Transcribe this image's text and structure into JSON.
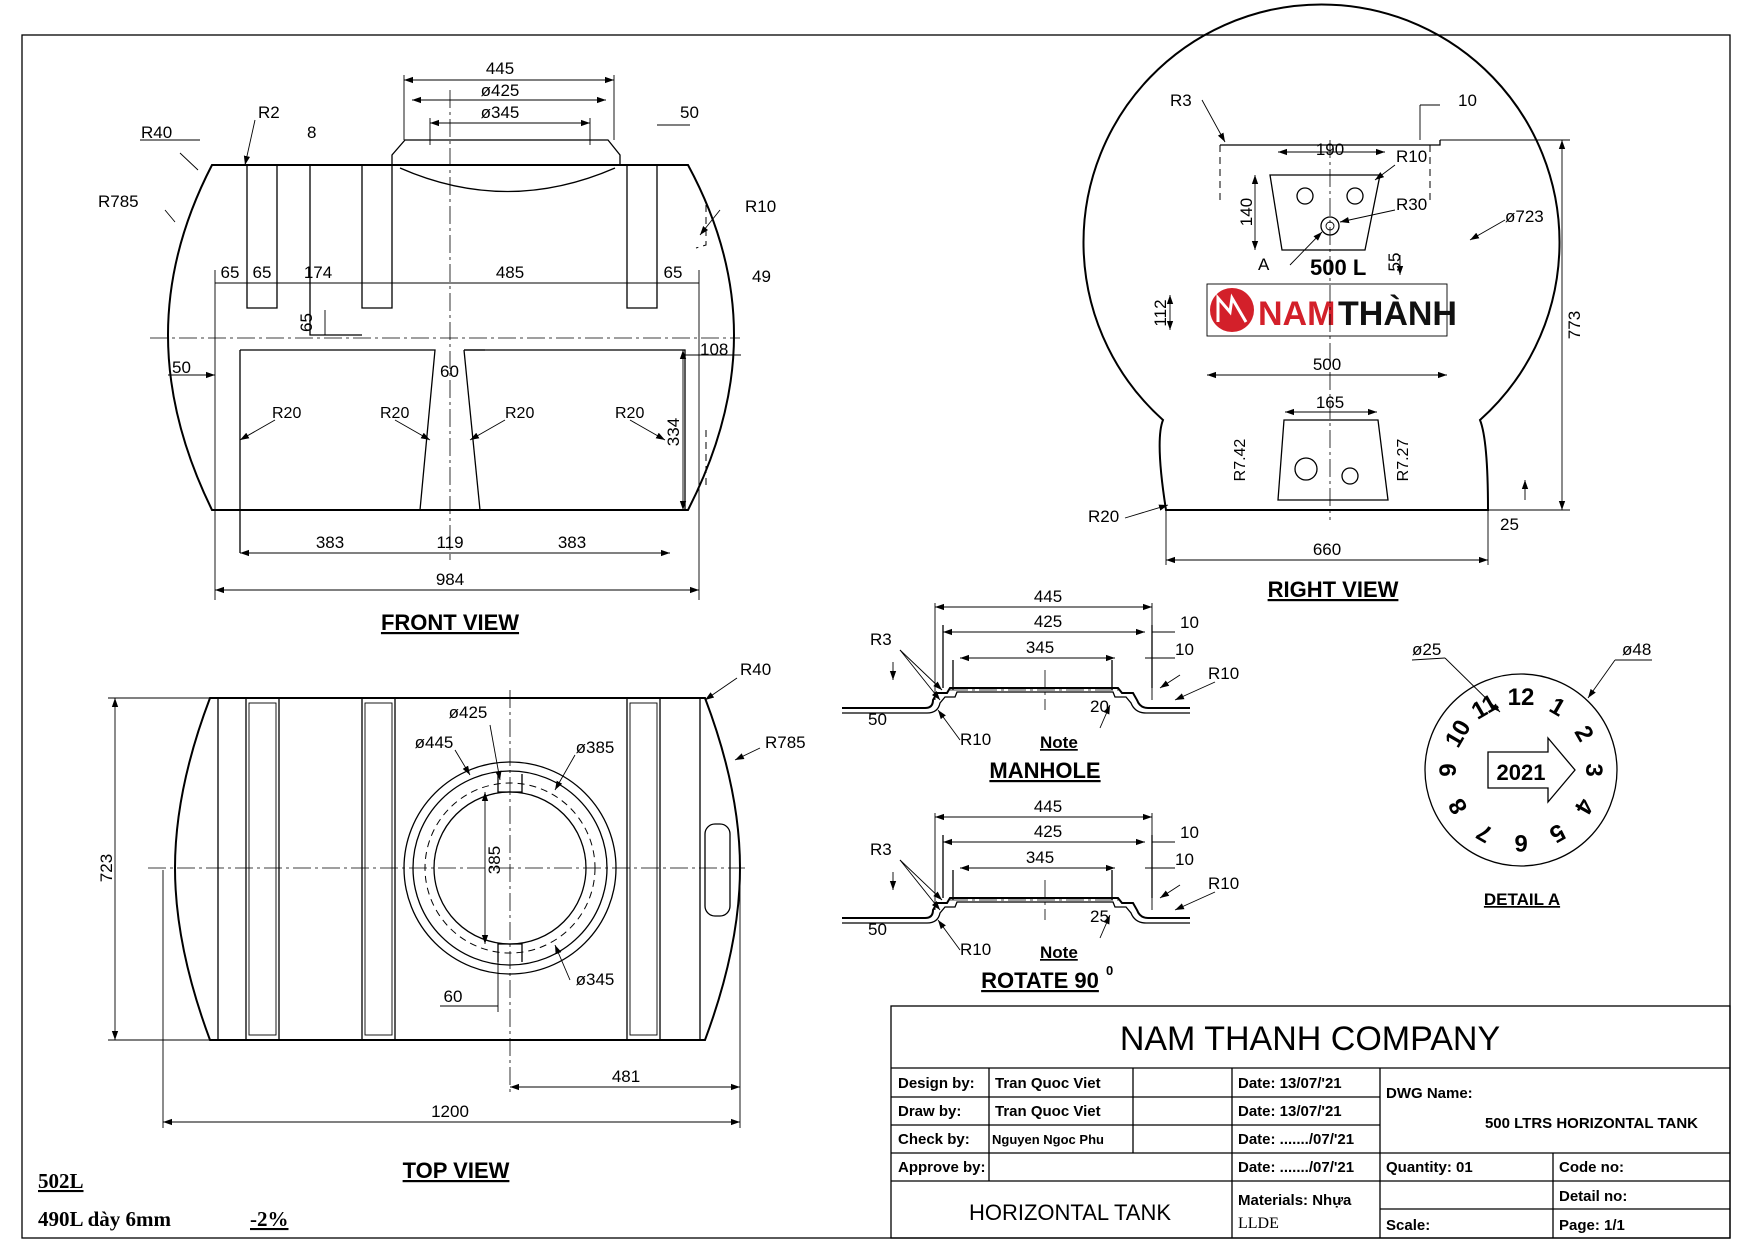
{
  "views": {
    "front": {
      "title": "FRONT VIEW",
      "dims": [
        "445",
        "ø425",
        "ø345",
        "50",
        "R40",
        "R2",
        "8",
        "R785",
        "R10",
        "65",
        "65",
        "174",
        "485",
        "65",
        "49",
        "65",
        "108",
        "50",
        "60",
        "R20",
        "R20",
        "R20",
        "R20",
        "334",
        "383",
        "119",
        "383",
        "984"
      ]
    },
    "right": {
      "title": "RIGHT VIEW",
      "dims": [
        "R3",
        "10",
        "190",
        "R10",
        "140",
        "R30",
        "ø723",
        "A",
        "500 L",
        "55",
        "112",
        "500",
        "773",
        "165",
        "R7.42",
        "R7.27",
        "R20",
        "25",
        "660"
      ]
    },
    "top": {
      "title": "TOP VIEW",
      "dims": [
        "R40",
        "R785",
        "ø425",
        "ø445",
        "ø385",
        "385",
        "723",
        "60",
        "ø345",
        "481",
        "1200"
      ]
    },
    "manhole": {
      "title": "MANHOLE",
      "note": "Note",
      "dims": [
        "445",
        "425",
        "345",
        "10",
        "10",
        "R3",
        "R10",
        "50",
        "R10",
        "20"
      ]
    },
    "rotate": {
      "title": "ROTATE 90",
      "sup": "0",
      "note": "Note",
      "dims": [
        "445",
        "425",
        "345",
        "10",
        "10",
        "R3",
        "R10",
        "50",
        "R10",
        "25"
      ]
    },
    "detail": {
      "title": "DETAIL A",
      "d1": "ø25",
      "d2": "ø48",
      "year": "2021",
      "numbers": [
        "1",
        "2",
        "3",
        "4",
        "5",
        "6",
        "7",
        "8",
        "9",
        "10",
        "11",
        "12"
      ]
    }
  },
  "logo": {
    "part1": "NAM",
    "part2": "THÀNH"
  },
  "notes": {
    "vol": "502L",
    "spec": "490L dày 6mm",
    "tol": "-2%"
  },
  "title_block": {
    "company": "NAM THANH COMPANY",
    "design_label": "Design by:",
    "design_by": "Tran Quoc Viet",
    "draw_label": "Draw by:",
    "draw_by": "Tran Quoc Viet",
    "check_label": "Check by:",
    "check_by": "Nguyen Ngoc Phu",
    "approve_label": "Approve by:",
    "date1": "Date:   13/07/'21",
    "date2": "Date:   13/07/'21",
    "date3": "Date: ......./07/'21",
    "date4": "Date: ......./07/'21",
    "dwg_label": "DWG Name:",
    "dwg_name": "500 LTRS HORIZONTAL TANK",
    "quantity": "Quantity: 01",
    "code": "Code no:",
    "detail": "Detail no:",
    "product": "HORIZONTAL TANK",
    "materials1": "Materials: Nhựa",
    "materials2": "LLDE",
    "scale": "Scale:",
    "page": "Page: 1/1"
  }
}
